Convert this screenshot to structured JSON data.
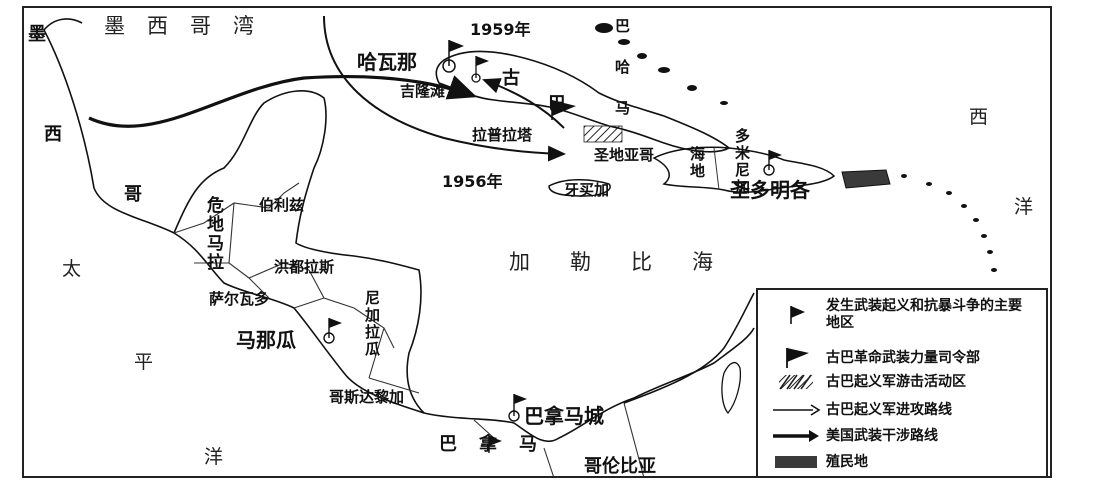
{
  "seas": {
    "gulf_of_mexico": "墨西哥湾",
    "caribbean_sea": "加勒比海",
    "pacific_left": "太",
    "pacific_mid": "平",
    "pacific_bottom": "洋",
    "atlantic_top": "西",
    "atlantic_mid": "洋"
  },
  "countries": {
    "mexico_1": "墨",
    "mexico_2": "西",
    "mexico_3": "哥",
    "guatemala": "危地马拉",
    "belize": "伯利兹",
    "honduras": "洪都拉斯",
    "el_salvador": "萨尔瓦多",
    "nicaragua": "尼加拉瓜",
    "costa_rica": "哥斯达黎加",
    "panama": "巴拿马",
    "colombia": "哥伦比亚",
    "cuba_1": "古",
    "cuba_2": "巴",
    "jamaica": "牙买加",
    "haiti": "海地",
    "dominican_republic": "多米尼加",
    "bahamas": "巴哈马"
  },
  "cities": {
    "havana": "哈瓦那",
    "bay_of_pigs": "吉隆滩",
    "sierra_maestra": "拉普拉塔",
    "santiago": "圣地亚哥",
    "managua": "马那瓜",
    "panama_city": "巴拿马城",
    "santo_domingo": "圣多明各"
  },
  "years": {
    "year_1959": "1959年",
    "year_1956": "1956年"
  },
  "legend": {
    "items": [
      {
        "label": "发生武装起义和抗暴斗争的主要地区",
        "symbol": "flag-small-icon"
      },
      {
        "label": "古巴革命武装力量司令部",
        "symbol": "flag-large-icon"
      },
      {
        "label": "古巴起义军游击活动区",
        "symbol": "hatch-icon"
      },
      {
        "label": "古巴起义军进攻路线",
        "symbol": "thin-arrow-icon"
      },
      {
        "label": "美国武装干涉路线",
        "symbol": "thick-arrow-icon"
      },
      {
        "label": "殖民地",
        "symbol": "colony-swatch-icon"
      }
    ]
  },
  "colors": {
    "ink": "#111111",
    "colony": "#3a3a3a",
    "paper": "#ffffff"
  }
}
